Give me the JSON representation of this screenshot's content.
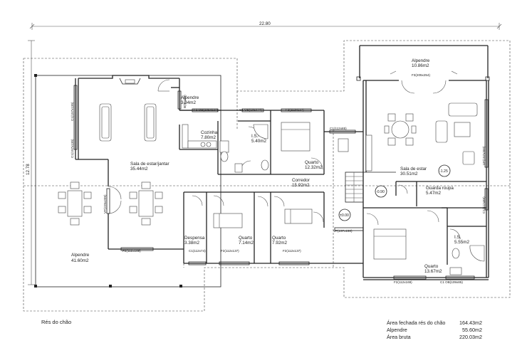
{
  "dims": {
    "total_width": "22.80",
    "total_depth": "12.78"
  },
  "rooms": {
    "alpendre_rear": {
      "name": "Alpendre",
      "area": "10.86m2"
    },
    "alpendre_small": {
      "name": "Alpendre",
      "area": "3.34m2"
    },
    "sala_jantar": {
      "name": "Sala de estar/jantar",
      "area": "35.44m2"
    },
    "cozinha": {
      "name": "Cozinha",
      "area": "7.80m2"
    },
    "is_1": {
      "name": "I.S.",
      "area": "5.40m2"
    },
    "quarto_1": {
      "name": "Quarto",
      "area": "12.32m2"
    },
    "sala_estar": {
      "name": "Sala de estar",
      "area": "30.51m2"
    },
    "corredor": {
      "name": "Corredor",
      "area": "15.92m2"
    },
    "guarda_roupa": {
      "name": "Guarda roupa",
      "area": "5.47m2"
    },
    "is_2": {
      "name": "I.S.",
      "area": "5.55m2"
    },
    "despensa": {
      "name": "Despensa",
      "area": "3.38m2"
    },
    "quarto_2": {
      "name": "Quarto",
      "area": "7.14m2"
    },
    "quarto_3": {
      "name": "Quarto",
      "area": "7.92m2"
    },
    "quarto_4": {
      "name": "Quarto",
      "area": "13.67m2"
    },
    "alpendre_front": {
      "name": "Alpendre",
      "area": "41.60m2"
    }
  },
  "openings": {
    "f3": "F3(205x254)",
    "f2_ob_small": "F2 OB(105x137)",
    "c1_ob_coz": "C1 OB(105x74)",
    "f2_q1": "F2(112x137)",
    "c1_q1": "C1(112x85)",
    "f2_sala": "F2(112x169)",
    "c1_desp": "C1(112x74)",
    "f2_q2": "F2(112x137)",
    "f2_q3": "F2(112x137)",
    "vf_corr": "VF(157x150)",
    "f2_q4": "F2(112x169)",
    "c1_ob_is2": "C1 OB(109x85)",
    "vf_left": "VF(225x205)",
    "vf_right": "VF(157x300)",
    "c1_gr": "C1(112x85)",
    "b_small": "B(95x85)",
    "c1_left_a": "C1(157x135)",
    "c1_left_b": "C1(157x135)"
  },
  "levels": {
    "l1": "-1.25",
    "l2": "-0.90",
    "l3": "±0.00"
  },
  "caption": "Rés do chão",
  "summary": [
    {
      "label": "Área fechada rés do chão",
      "value": "164.43m2"
    },
    {
      "label": "Alpendre",
      "value": "55.60m2"
    },
    {
      "label": "Área bruta",
      "value": "220.03m2"
    }
  ]
}
